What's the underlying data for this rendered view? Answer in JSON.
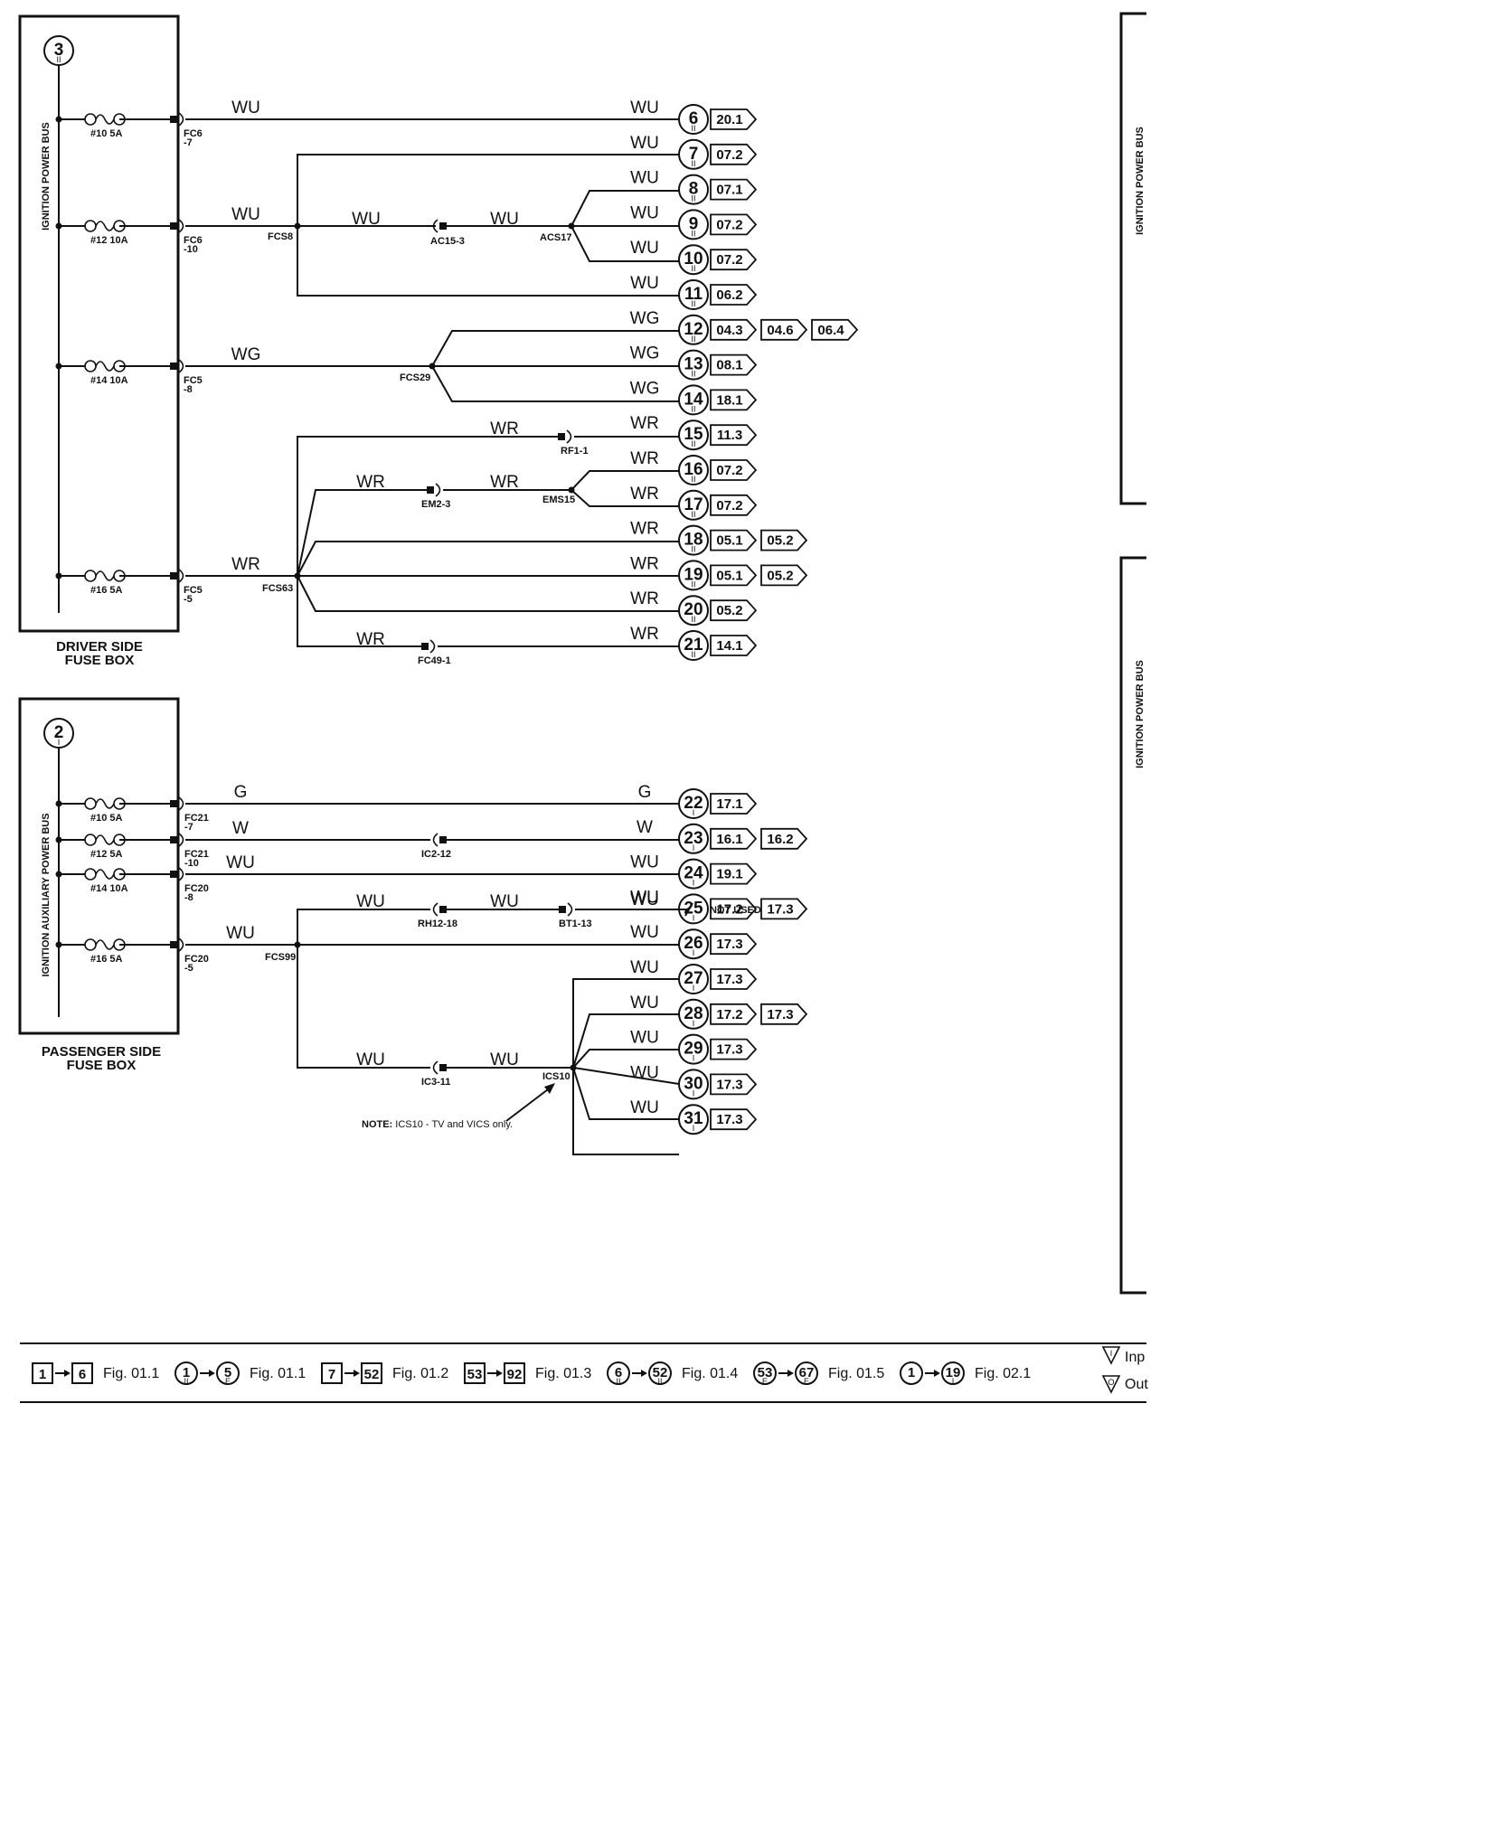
{
  "driver_box": {
    "id": "3",
    "sub": "II",
    "bus": "IGNITION POWER BUS",
    "label": [
      "DRIVER SIDE",
      "FUSE BOX"
    ],
    "fuses": [
      {
        "name": "#10 5A",
        "conn": [
          "FC6",
          "-7"
        ],
        "wire": "WU"
      },
      {
        "name": "#12 10A",
        "conn": [
          "FC6",
          "-10"
        ],
        "wire": "WU"
      },
      {
        "name": "#14 10A",
        "conn": [
          "FC5",
          "-8"
        ],
        "wire": "WG"
      },
      {
        "name": "#16 5A",
        "conn": [
          "FC5",
          "-5"
        ],
        "wire": "WR"
      }
    ]
  },
  "passenger_box": {
    "id": "2",
    "sub": "I",
    "bus": "IGNITION AUXILIARY POWER BUS",
    "label": [
      "PASSENGER SIDE",
      "FUSE BOX"
    ],
    "fuses": [
      {
        "name": "#10 5A",
        "conn": [
          "FC21",
          "-7"
        ],
        "wire": "G"
      },
      {
        "name": "#12 5A",
        "conn": [
          "FC21",
          "-10"
        ],
        "wire": "W"
      },
      {
        "name": "#14 10A",
        "conn": [
          "FC20",
          "-8"
        ],
        "wire": "WU"
      },
      {
        "name": "#16 5A",
        "conn": [
          "FC20",
          "-5"
        ],
        "wire": "WU"
      }
    ]
  },
  "splices": [
    "FCS8",
    "ACS17",
    "FCS29",
    "EMS15",
    "FCS63",
    "FCS99",
    "ICS10"
  ],
  "inline_connectors": [
    "AC15-3",
    "RF1-1",
    "EM2-3",
    "FC49-1",
    "IC2-12",
    "RH12-18",
    "BT1-13",
    "IC3-11"
  ],
  "mid_wire_labels": {
    "fcs8_ac": "WU",
    "ac_acs": "WU",
    "fcs63_rf": "WR",
    "fcs63_em": "WR",
    "em_ems": "WR",
    "fcs63_fc49": "WR",
    "fcs99_rh": "WU",
    "rh_bt": "WU",
    "bt_end": "WU",
    "fcs99_ic3": "WU",
    "ic3_ics": "WU"
  },
  "not_used": "NOT USED",
  "note": {
    "bold": "NOTE:",
    "text": " ICS10 - TV and VICS only."
  },
  "outputs": [
    {
      "n": "6",
      "sub": "II",
      "wire": "WU",
      "refs": [
        "20.1"
      ]
    },
    {
      "n": "7",
      "sub": "II",
      "wire": "WU",
      "refs": [
        "07.2"
      ]
    },
    {
      "n": "8",
      "sub": "II",
      "wire": "WU",
      "refs": [
        "07.1"
      ]
    },
    {
      "n": "9",
      "sub": "II",
      "wire": "WU",
      "refs": [
        "07.2"
      ]
    },
    {
      "n": "10",
      "sub": "II",
      "wire": "WU",
      "refs": [
        "07.2"
      ]
    },
    {
      "n": "11",
      "sub": "II",
      "wire": "WU",
      "refs": [
        "06.2"
      ]
    },
    {
      "n": "12",
      "sub": "II",
      "wire": "WG",
      "refs": [
        "04.3",
        "04.6",
        "06.4"
      ]
    },
    {
      "n": "13",
      "sub": "II",
      "wire": "WG",
      "refs": [
        "08.1"
      ]
    },
    {
      "n": "14",
      "sub": "II",
      "wire": "WG",
      "refs": [
        "18.1"
      ]
    },
    {
      "n": "15",
      "sub": "II",
      "wire": "WR",
      "refs": [
        "11.3"
      ]
    },
    {
      "n": "16",
      "sub": "II",
      "wire": "WR",
      "refs": [
        "07.2"
      ]
    },
    {
      "n": "17",
      "sub": "II",
      "wire": "WR",
      "refs": [
        "07.2"
      ]
    },
    {
      "n": "18",
      "sub": "II",
      "wire": "WR",
      "refs": [
        "05.1",
        "05.2"
      ]
    },
    {
      "n": "19",
      "sub": "II",
      "wire": "WR",
      "refs": [
        "05.1",
        "05.2"
      ]
    },
    {
      "n": "20",
      "sub": "II",
      "wire": "WR",
      "refs": [
        "05.2"
      ]
    },
    {
      "n": "21",
      "sub": "II",
      "wire": "WR",
      "refs": [
        "14.1"
      ]
    },
    {
      "n": "22",
      "sub": "I",
      "wire": "G",
      "refs": [
        "17.1"
      ]
    },
    {
      "n": "23",
      "sub": "I",
      "wire": "W",
      "refs": [
        "16.1",
        "16.2"
      ]
    },
    {
      "n": "24",
      "sub": "I",
      "wire": "WU",
      "refs": [
        "19.1"
      ]
    },
    {
      "n": "25",
      "sub": "I",
      "wire": "WU",
      "refs": [
        "17.2",
        "17.3"
      ]
    },
    {
      "n": "26",
      "sub": "I",
      "wire": "WU",
      "refs": [
        "17.3"
      ]
    },
    {
      "n": "27",
      "sub": "I",
      "wire": "WU",
      "refs": [
        "17.3"
      ]
    },
    {
      "n": "28",
      "sub": "I",
      "wire": "WU",
      "refs": [
        "17.2",
        "17.3"
      ]
    },
    {
      "n": "29",
      "sub": "I",
      "wire": "WU",
      "refs": [
        "17.3"
      ]
    },
    {
      "n": "30",
      "sub": "I",
      "wire": "WU",
      "refs": [
        "17.3"
      ]
    },
    {
      "n": "31",
      "sub": "I",
      "wire": "WU",
      "refs": [
        "17.3"
      ]
    }
  ],
  "right_panels": [
    {
      "bus": "IGNITION POWER BUS"
    },
    {
      "bus": "IGNITION POWER BUS"
    }
  ],
  "legend": [
    {
      "shape": "square",
      "from": "1",
      "to": "6",
      "fig": "Fig. 01.1"
    },
    {
      "shape": "circle",
      "from": "1",
      "fsub": "II",
      "to": "5",
      "tsub": "E",
      "fig": "Fig. 01.1"
    },
    {
      "shape": "square",
      "from": "7",
      "to": "52",
      "fig": "Fig. 01.2"
    },
    {
      "shape": "square",
      "from": "53",
      "to": "92",
      "fig": "Fig. 01.3"
    },
    {
      "shape": "circle",
      "from": "6",
      "fsub": "II",
      "to": "52",
      "tsub": "II",
      "fig": "Fig. 01.4"
    },
    {
      "shape": "circle",
      "from": "53",
      "fsub": "E",
      "to": "67",
      "tsub": "E",
      "fig": "Fig. 01.5"
    },
    {
      "shape": "circle",
      "from": "1",
      "fsub": "",
      "to": "19",
      "tsub": "I",
      "fig": "Fig. 02.1"
    }
  ],
  "legend_keys": [
    {
      "sym": "I",
      "text": "Inp"
    },
    {
      "sym": "O",
      "text": "Out"
    }
  ]
}
